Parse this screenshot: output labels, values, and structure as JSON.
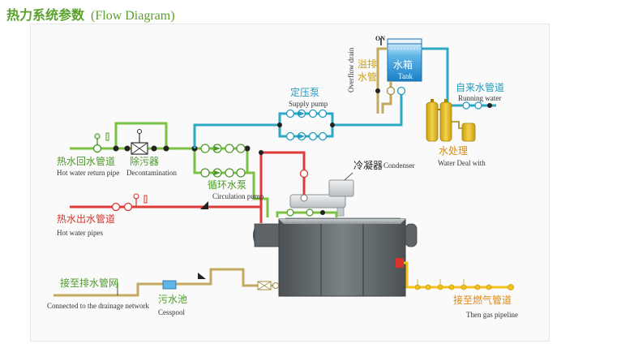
{
  "title": {
    "cn": "热力系统参数",
    "en": "(Flow Diagram)"
  },
  "labels": {
    "hot_return_cn": "热水回水管道",
    "hot_return_en": "Hot water return pipe",
    "decontam_cn": "除污器",
    "decontam_en": "Decontamination",
    "circ_pump_cn": "循环水泵",
    "circ_pump_en": "Circulation pump",
    "supply_pump_cn": "定压泵",
    "supply_pump_en": "Supply pump",
    "hot_out_cn": "热水出水管道",
    "hot_out_en": "Hot water pipes",
    "condenser_cn": "冷凝器",
    "condenser_en": "Condenser",
    "tank_cn": "水箱",
    "tank_en": "Tank",
    "on": "ON",
    "overflow_cn_1": "溢排",
    "overflow_cn_2": "水管",
    "overflow_en": "Overflow drain",
    "running_water_cn": "自来水管道",
    "running_water_en": "Running water",
    "water_deal_cn": "水处理",
    "water_deal_en": "Water Deal with",
    "drainage_cn": "接至排水管网",
    "drainage_en": "Connected to the drainage network",
    "cesspool_cn": "污水池",
    "cesspool_en": "Cesspool",
    "gas_cn": "接至燃气管道",
    "gas_en": "Then gas pipeline"
  },
  "colors": {
    "green_pipe": "#7cc242",
    "teal_pipe": "#2fa8c4",
    "red_pipe": "#e0393a",
    "khaki_pipe": "#c3a860",
    "yellow_pipe": "#f2c21a",
    "boiler": "#5d6366",
    "title": "#5aa02c"
  }
}
